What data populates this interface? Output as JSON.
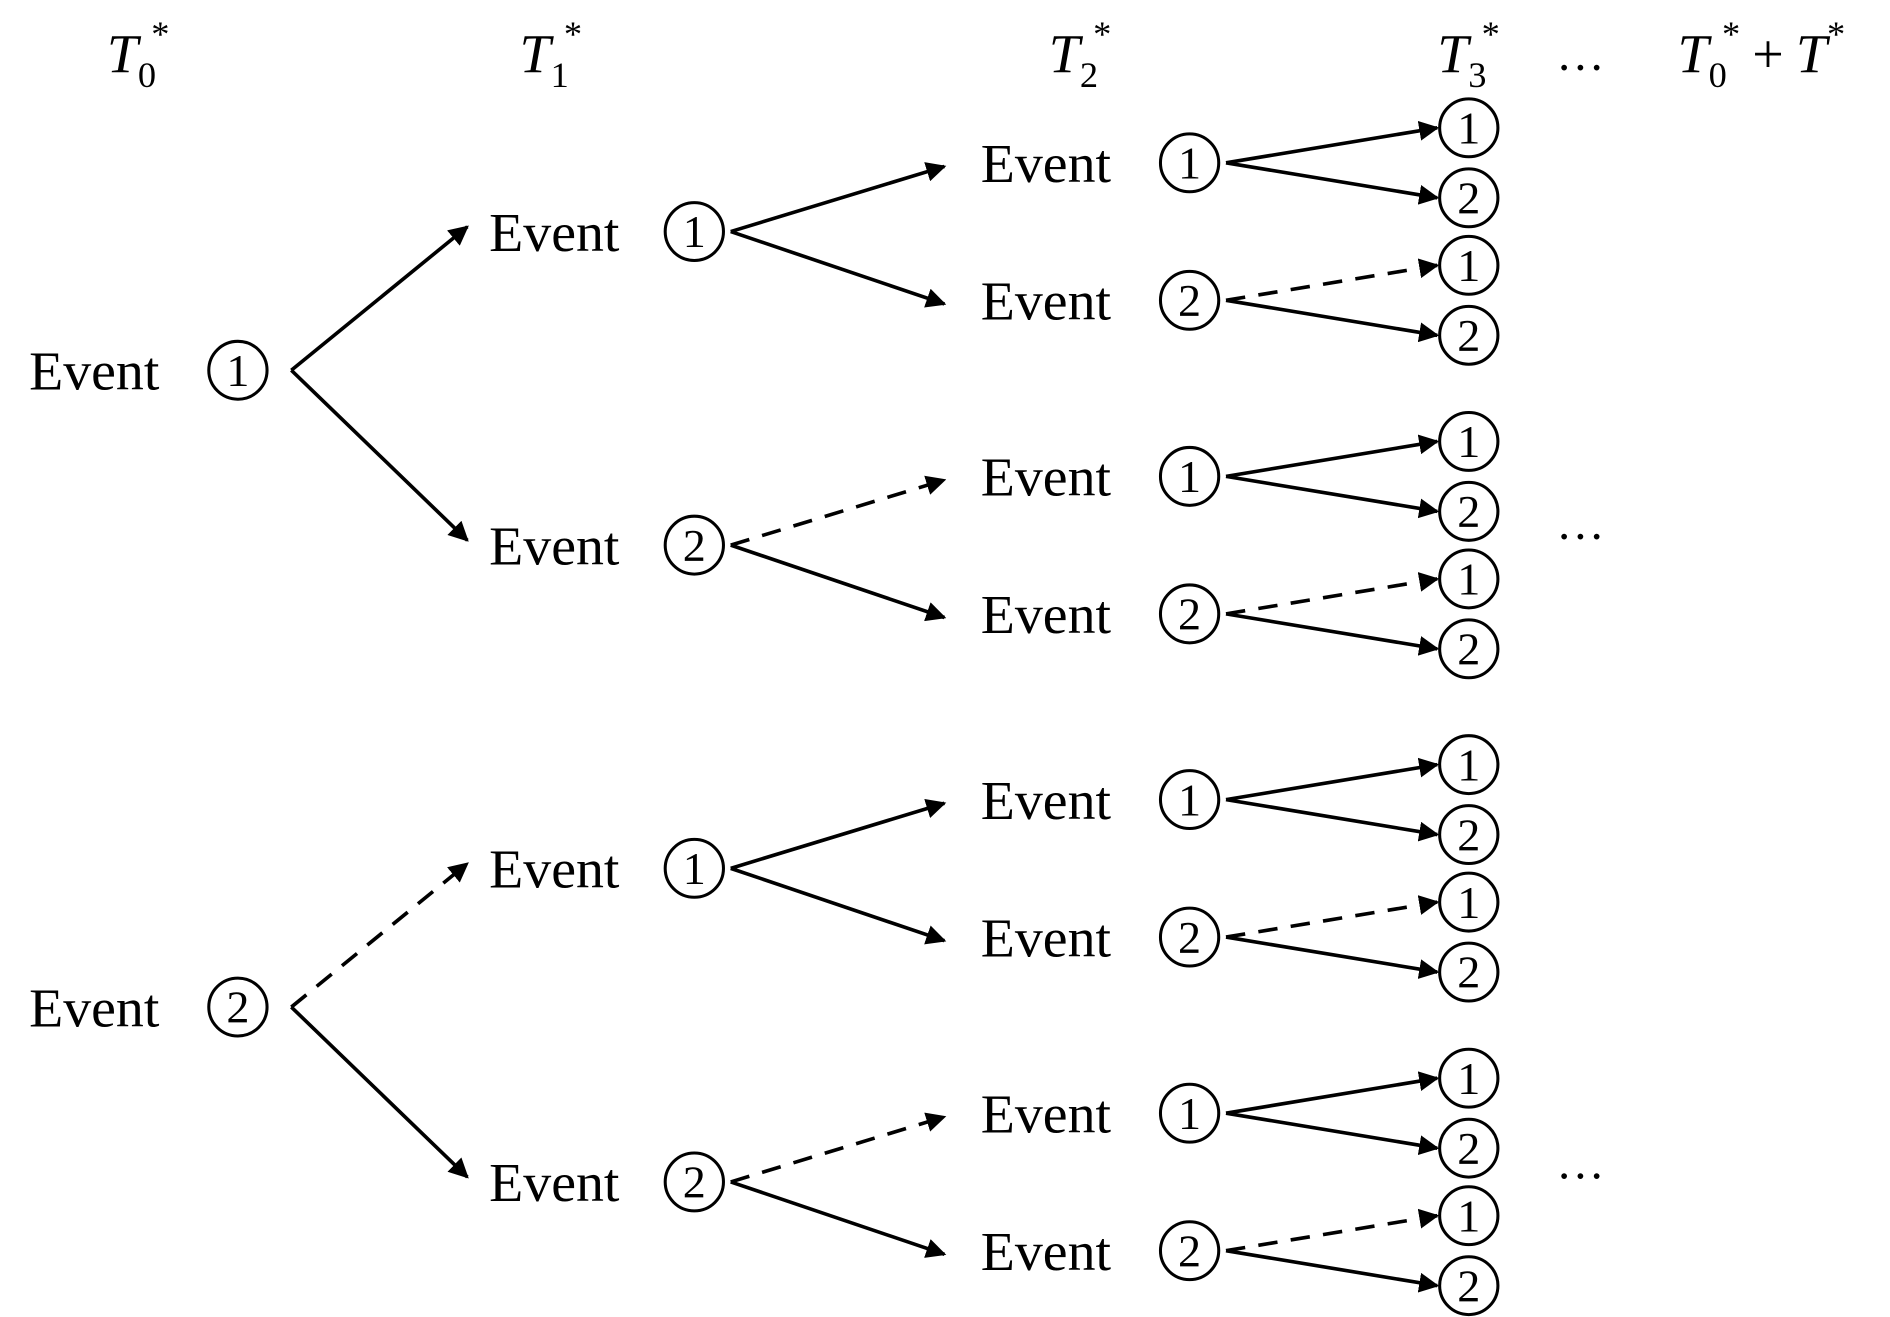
{
  "diagram": {
    "type": "event-tree",
    "node_label": "Event",
    "header": {
      "stages": [
        {
          "symbol": "T",
          "sub": "0",
          "sup": "*"
        },
        {
          "symbol": "T",
          "sub": "1",
          "sup": "*"
        },
        {
          "symbol": "T",
          "sub": "2",
          "sup": "*"
        },
        {
          "symbol": "T",
          "sub": "3",
          "sup": "*"
        }
      ],
      "ellipsis": "…",
      "final": {
        "a_symbol": "T",
        "a_sub": "0",
        "a_sup": "*",
        "op": "+",
        "b_symbol": "T",
        "b_sup": "*"
      }
    },
    "continuation_marks": [
      "…",
      "…"
    ],
    "tree": [
      {
        "id": "r1",
        "state": "1",
        "children": [
          {
            "id": "r1a",
            "state": "1",
            "edge": "solid",
            "children": [
              {
                "id": "r1a1",
                "state": "1",
                "edge": "solid",
                "leaves": [
                  {
                    "state": "1",
                    "edge": "solid"
                  },
                  {
                    "state": "2",
                    "edge": "solid"
                  }
                ]
              },
              {
                "id": "r1a2",
                "state": "2",
                "edge": "solid",
                "leaves": [
                  {
                    "state": "1",
                    "edge": "dashed"
                  },
                  {
                    "state": "2",
                    "edge": "solid"
                  }
                ]
              }
            ]
          },
          {
            "id": "r1b",
            "state": "2",
            "edge": "solid",
            "children": [
              {
                "id": "r1b1",
                "state": "1",
                "edge": "dashed",
                "leaves": [
                  {
                    "state": "1",
                    "edge": "solid"
                  },
                  {
                    "state": "2",
                    "edge": "solid"
                  }
                ]
              },
              {
                "id": "r1b2",
                "state": "2",
                "edge": "solid",
                "leaves": [
                  {
                    "state": "1",
                    "edge": "dashed"
                  },
                  {
                    "state": "2",
                    "edge": "solid"
                  }
                ]
              }
            ]
          }
        ]
      },
      {
        "id": "r2",
        "state": "2",
        "children": [
          {
            "id": "r2a",
            "state": "1",
            "edge": "dashed",
            "children": [
              {
                "id": "r2a1",
                "state": "1",
                "edge": "solid",
                "leaves": [
                  {
                    "state": "1",
                    "edge": "solid"
                  },
                  {
                    "state": "2",
                    "edge": "solid"
                  }
                ]
              },
              {
                "id": "r2a2",
                "state": "2",
                "edge": "solid",
                "leaves": [
                  {
                    "state": "1",
                    "edge": "dashed"
                  },
                  {
                    "state": "2",
                    "edge": "solid"
                  }
                ]
              }
            ]
          },
          {
            "id": "r2b",
            "state": "2",
            "edge": "solid",
            "children": [
              {
                "id": "r2b1",
                "state": "1",
                "edge": "dashed",
                "leaves": [
                  {
                    "state": "1",
                    "edge": "solid"
                  },
                  {
                    "state": "2",
                    "edge": "solid"
                  }
                ]
              },
              {
                "id": "r2b2",
                "state": "2",
                "edge": "solid",
                "leaves": [
                  {
                    "state": "1",
                    "edge": "dashed"
                  },
                  {
                    "state": "2",
                    "edge": "solid"
                  }
                ]
              }
            ]
          }
        ]
      }
    ]
  }
}
